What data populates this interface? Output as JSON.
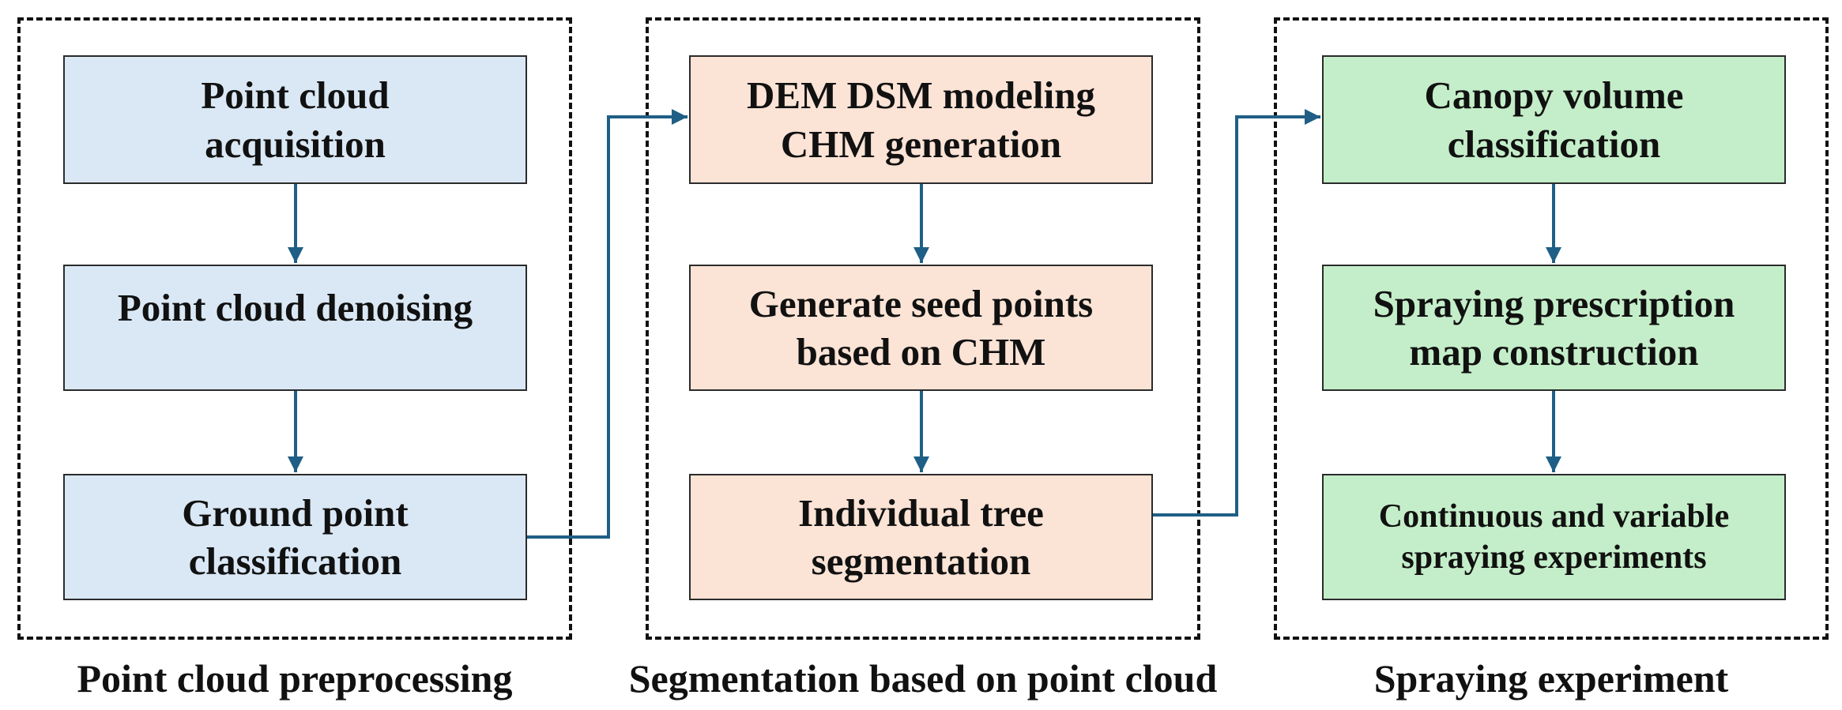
{
  "groups": [
    {
      "caption": "Point cloud preprocessing",
      "color": "#dae8f5",
      "steps": [
        {
          "lines": [
            "Point cloud",
            "acquisition"
          ]
        },
        {
          "lines": [
            "Point cloud denoising",
            ""
          ]
        },
        {
          "lines": [
            "Ground point",
            "classification"
          ]
        }
      ]
    },
    {
      "caption": "Segmentation based on point cloud",
      "color": "#fbe3d5",
      "steps": [
        {
          "lines": [
            "DEM DSM modeling",
            "CHM generation"
          ]
        },
        {
          "lines": [
            "Generate seed points",
            "based on CHM"
          ]
        },
        {
          "lines": [
            "Individual tree",
            "segmentation"
          ]
        }
      ]
    },
    {
      "caption": "Spraying experiment",
      "color": "#c4eec9",
      "steps": [
        {
          "lines": [
            "Canopy volume",
            "classification"
          ]
        },
        {
          "lines": [
            "Spraying prescription",
            "map construction"
          ]
        },
        {
          "lines": [
            "Continuous and variable",
            "spraying experiments"
          ]
        }
      ]
    }
  ],
  "arrow_color": "#1f5f86"
}
